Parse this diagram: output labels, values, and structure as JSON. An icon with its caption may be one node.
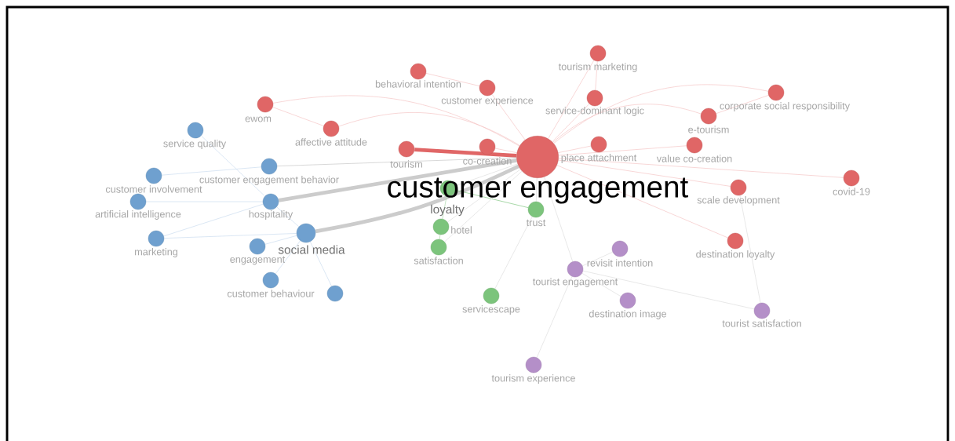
{
  "diagram": {
    "nodes": [
      {
        "text": [
          "tourism marketing"
        ]
      },
      {
        "text": [
          "behavioral intention"
        ]
      },
      {
        "text": [
          "customer experience"
        ]
      },
      {
        "text": [
          "service-dominant logic"
        ]
      },
      {
        "text": [
          "corporate social responsibility"
        ]
      },
      {
        "text": [
          "ewom"
        ]
      },
      {
        "text": [
          "e-tourism"
        ]
      },
      {
        "text": [
          "service quality"
        ]
      },
      {
        "text": [
          "affective attitude"
        ]
      },
      {
        "text": [
          "tourism"
        ]
      },
      {
        "text": [
          "co-creation"
        ]
      },
      {
        "text": [
          "customer engagement"
        ]
      },
      {
        "text": [
          "place attachment"
        ]
      },
      {
        "text": [
          "value co-creation"
        ]
      },
      {
        "text": [
          "customer involvement"
        ]
      },
      {
        "text": [
          "customer engagement behavior"
        ]
      },
      {
        "text": [
          "covid-19"
        ]
      },
      {
        "text": [
          "scale development"
        ]
      },
      {
        "text": [
          "artificial intelligence"
        ]
      },
      {
        "text": [
          "hospitality"
        ]
      },
      {
        "text": [
          "loyalty"
        ]
      },
      {
        "text": [
          "trust"
        ]
      },
      {
        "text": [
          "hotel"
        ]
      },
      {
        "text": [
          "social media"
        ]
      },
      {
        "text": [
          "marketing"
        ]
      },
      {
        "text": [
          "destination loyalty"
        ]
      },
      {
        "text": [
          "engagement"
        ]
      },
      {
        "text": [
          "satisfaction"
        ]
      },
      {
        "text": [
          "revisit intention"
        ]
      },
      {
        "text": [
          "tourist engagement"
        ]
      },
      {
        "text": [
          "customer behaviour"
        ]
      },
      {
        "text": [],
        "shape": "circle"
      },
      {
        "text": [
          "servicescape"
        ]
      },
      {
        "text": [
          "destination image"
        ]
      },
      {
        "text": [
          "tourist satisfaction"
        ]
      },
      {
        "text": [
          "tourism experience"
        ]
      }
    ],
    "edges": [
      {
        "from": 11,
        "to": 0,
        "arrow": "none",
        "color": "#f4c2c2"
      },
      {
        "from": 11,
        "to": 2,
        "arrow": "none",
        "color": "#f4c2c2"
      },
      {
        "from": 11,
        "to": 3,
        "arrow": "none",
        "color": "#f4c2c2"
      },
      {
        "from": 11,
        "to": 4,
        "arrow": "none",
        "color": "#f4c2c2"
      },
      {
        "from": 11,
        "to": 5,
        "arrow": "none",
        "color": "#f4c2c2"
      },
      {
        "from": 11,
        "to": 6,
        "arrow": "none",
        "color": "#f4c2c2"
      },
      {
        "from": 11,
        "to": 8,
        "arrow": "none",
        "color": "#f4c2c2"
      },
      {
        "from": 11,
        "to": 10,
        "arrow": "none",
        "color": "#f4c2c2"
      },
      {
        "from": 11,
        "to": 12,
        "arrow": "none",
        "color": "#f4c2c2"
      },
      {
        "from": 11,
        "to": 13,
        "arrow": "none",
        "color": "#f4c2c2"
      },
      {
        "from": 11,
        "to": 16,
        "arrow": "none",
        "color": "#f4c2c2"
      },
      {
        "from": 11,
        "to": 17,
        "arrow": "none",
        "color": "#f4c2c2"
      },
      {
        "from": 11,
        "to": 25,
        "arrow": "none",
        "color": "#f4c2c2"
      },
      {
        "from": 1,
        "to": 2,
        "arrow": "none",
        "color": "#f4c2c2"
      },
      {
        "from": 3,
        "to": 0,
        "arrow": "none",
        "color": "#f4c2c2"
      },
      {
        "from": 6,
        "to": 4,
        "arrow": "none",
        "color": "#f4c2c2"
      },
      {
        "from": 5,
        "to": 8,
        "arrow": "none",
        "color": "#f4c2c2"
      },
      {
        "from": 11,
        "to": 9,
        "arrow": "none",
        "style": "thick",
        "color": "#e06666"
      },
      {
        "from": 11,
        "to": 23,
        "arrow": "none",
        "style": "thick",
        "color": "#cccccc"
      },
      {
        "from": 11,
        "to": 19,
        "arrow": "none",
        "style": "thick",
        "color": "#cccccc"
      },
      {
        "from": 11,
        "to": 15,
        "arrow": "none",
        "color": "#c4c4c4"
      },
      {
        "from": 20,
        "to": 21,
        "arrow": "none",
        "color": "#7cc47c"
      },
      {
        "from": 20,
        "to": 22,
        "arrow": "none",
        "color": "#a8d8a8"
      },
      {
        "from": 22,
        "to": 27,
        "arrow": "none",
        "color": "#a8d8a8"
      },
      {
        "from": 11,
        "to": 20,
        "arrow": "none"
      },
      {
        "from": 11,
        "to": 21,
        "arrow": "none"
      },
      {
        "from": 11,
        "to": 29,
        "arrow": "none"
      },
      {
        "from": 11,
        "to": 27,
        "arrow": "none"
      },
      {
        "from": 11,
        "to": 22,
        "arrow": "none"
      },
      {
        "from": 29,
        "to": 35,
        "arrow": "none"
      },
      {
        "from": 29,
        "to": 33,
        "arrow": "none"
      },
      {
        "from": 29,
        "to": 34,
        "arrow": "none"
      },
      {
        "from": 29,
        "to": 28,
        "arrow": "none"
      },
      {
        "from": 32,
        "to": 21,
        "arrow": "none"
      },
      {
        "from": 17,
        "to": 34,
        "arrow": "none"
      },
      {
        "from": 15,
        "to": 14,
        "arrow": "none",
        "color": "#c9dbee"
      },
      {
        "from": 19,
        "to": 18,
        "arrow": "none",
        "color": "#c9dbee"
      },
      {
        "from": 19,
        "to": 24,
        "arrow": "none",
        "color": "#c9dbee"
      },
      {
        "from": 19,
        "to": 7,
        "arrow": "none",
        "color": "#c9dbee"
      },
      {
        "from": 23,
        "to": 19,
        "arrow": "none",
        "color": "#c9dbee"
      },
      {
        "from": 23,
        "to": 24,
        "arrow": "none",
        "color": "#c9dbee"
      },
      {
        "from": 23,
        "to": 26,
        "arrow": "none",
        "color": "#c9dbee"
      },
      {
        "from": 23,
        "to": 30,
        "arrow": "none",
        "color": "#c9dbee"
      },
      {
        "from": 23,
        "to": 31,
        "arrow": "none",
        "color": "#c9dbee"
      }
    ]
  }
}
